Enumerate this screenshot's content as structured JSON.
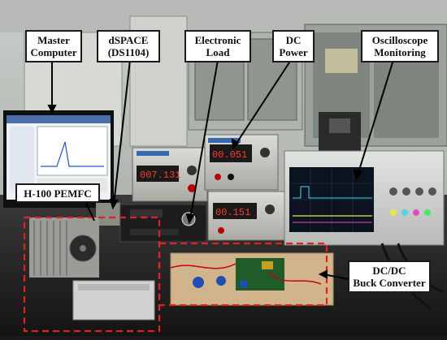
{
  "labels": {
    "master_computer": [
      "Master",
      "Computer"
    ],
    "dspace": [
      "dSPACE",
      "(DS1104)"
    ],
    "electronic_load": [
      "Electronic",
      "Load"
    ],
    "dc_power": [
      "DC",
      "Power"
    ],
    "oscilloscope": [
      "Oscilloscope",
      "Monitoring"
    ],
    "pemfc": [
      "H-100 PEMFC"
    ],
    "buck": [
      "DC/DC",
      "Buck Converter"
    ]
  },
  "instrument_readouts": {
    "electronic_load_display": "007.131",
    "dc_power_upper_display": "00.051",
    "dc_power_lower_display": "00.151"
  },
  "colors": {
    "highlight_box": "#e0241b",
    "label_fill": "#ffffff",
    "label_border": "#1a1a1a",
    "pointer_line": "#000000"
  }
}
